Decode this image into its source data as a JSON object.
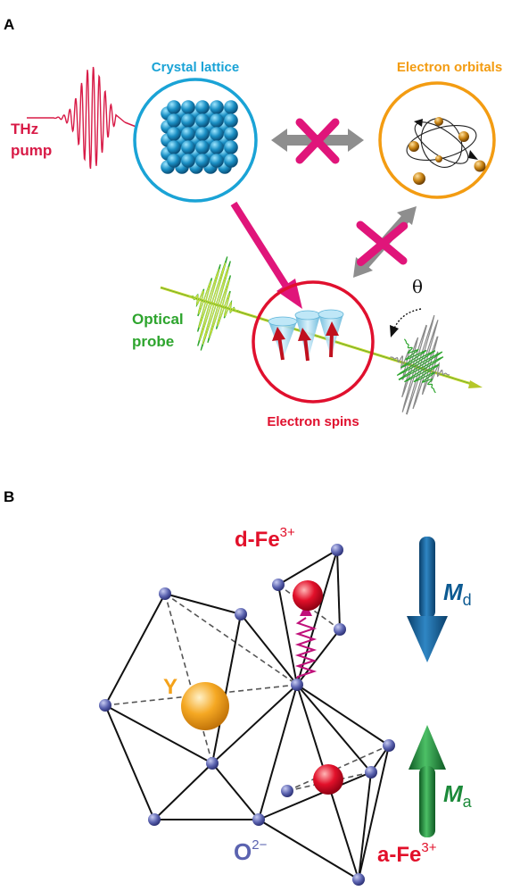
{
  "colors": {
    "thz": "#d81b47",
    "lattice": "#1aa3d6",
    "orbital": "#f39c12",
    "probe": "#2ea52e",
    "spins": "#e0102e",
    "magenta": "#e0157a",
    "gray": "#8e8e8e",
    "oxygen": "#5b63b0",
    "yttrium": "#f4a21a",
    "iron": "#e2102a",
    "md": "#0c5a92",
    "ma": "#1c8a3a"
  },
  "panelA": {
    "letter": "A",
    "thz_line1": "THz",
    "thz_line2": "pump",
    "crystal_label": "Crystal lattice",
    "orbital_label": "Electron orbitals",
    "probe_line1": "Optical",
    "probe_line2": "probe",
    "spins_label": "Electron spins",
    "theta": "θ"
  },
  "panelB": {
    "letter": "B",
    "dfe_main": "d-Fe",
    "dfe_sup": "3+",
    "afe_main": "a-Fe",
    "afe_sup": "3+",
    "y_label": "Y",
    "o_main": "O",
    "o_sup": "2−",
    "md_main": "M",
    "md_sub": "d",
    "ma_main": "M",
    "ma_sub": "a"
  }
}
